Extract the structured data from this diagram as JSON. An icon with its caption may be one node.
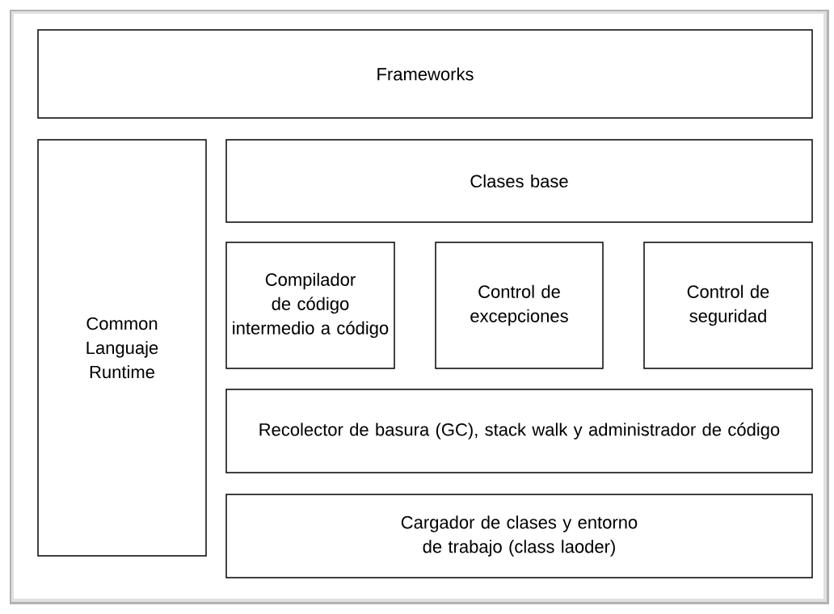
{
  "diagram": {
    "nodes": [
      {
        "text": [
          "Frameworks"
        ]
      },
      {
        "text": [
          "Common Languaje Runtime"
        ]
      },
      {
        "text": [
          "Clases base"
        ]
      },
      {
        "text": [
          "Compilador de código intermedio a código"
        ]
      },
      {
        "text": [
          "Control de excepciones"
        ]
      },
      {
        "text": [
          "Control de seguridad"
        ]
      },
      {
        "text": [
          "Recolector de basura (GC), stack walk y administrador de código"
        ]
      },
      {
        "text": [
          "Cargador de clases y entorno de trabajo (class laoder)"
        ]
      }
    ]
  }
}
